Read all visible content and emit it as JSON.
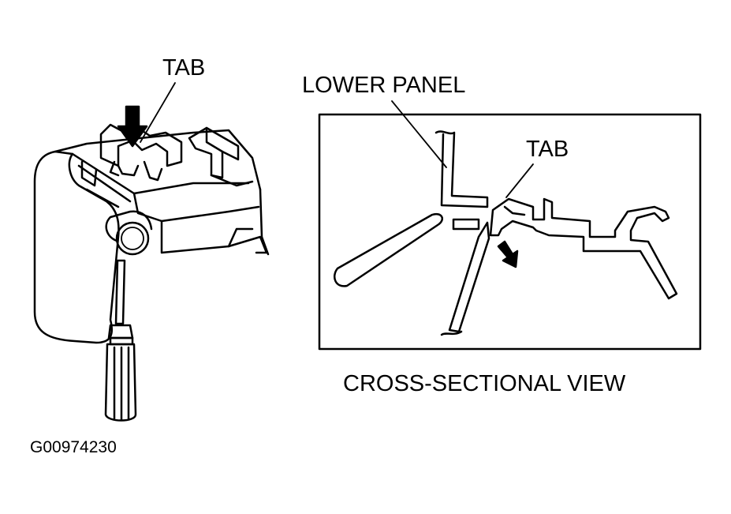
{
  "labels": {
    "tab_left": "TAB",
    "lower_panel": "LOWER PANEL",
    "tab_right": "TAB",
    "caption": "CROSS-SECTIONAL VIEW",
    "figure_id": "G00974230"
  },
  "colors": {
    "ink": "#000000",
    "paper": "#ffffff"
  }
}
